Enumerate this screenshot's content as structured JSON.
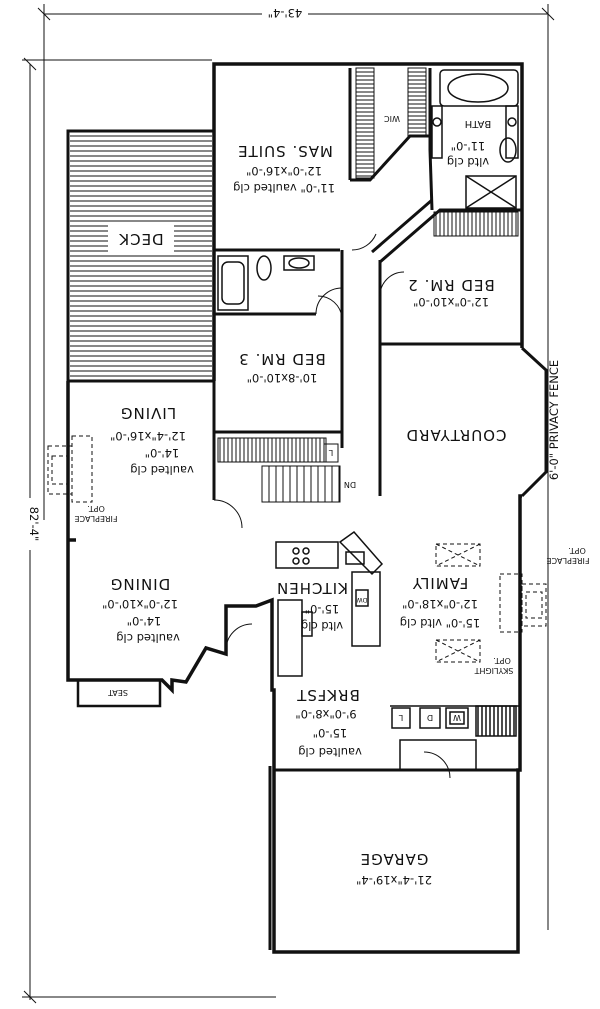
{
  "dimensions": {
    "width_label": "43'-4\"",
    "depth_label": "82'-4\""
  },
  "rooms": {
    "mas_suite": {
      "name": "MAS. SUITE",
      "size": "12'-0\"x16'-0\"",
      "ceiling": "11'-0\" vaulted clg"
    },
    "wic": {
      "name": "WIC"
    },
    "bath": {
      "name": "BATH",
      "ceiling": "11'-0\"",
      "note": "vltd clg"
    },
    "deck": {
      "name": "DECK"
    },
    "bed2": {
      "name": "BED RM. 2",
      "size": "12'-0\"x10'-0\""
    },
    "bed3": {
      "name": "BED RM. 3",
      "size": "10'-8x10'-0\""
    },
    "courtyard": {
      "name": "COURTYARD"
    },
    "privacy_fence": {
      "name": "6'-0\" PRIVACY FENCE"
    },
    "living": {
      "name": "LIVING",
      "size": "12'-4\"x16'-0\"",
      "ceiling": "14'-0\"",
      "note": "vaulted clg"
    },
    "opt_fireplace_left": {
      "line1": "OPT.",
      "line2": "FIREPLACE"
    },
    "opt_fireplace_right": {
      "line1": "OPT.",
      "line2": "FIREPLACE"
    },
    "opt_skylight": {
      "line1": "OPT.",
      "line2": "SKYLIGHT"
    },
    "dn": {
      "label": "DN"
    },
    "l_small": {
      "label": "L"
    },
    "dining": {
      "name": "DINING",
      "size": "12'-0\"x10'-0\"",
      "ceiling": "14'-0\"",
      "note": "vaulted clg"
    },
    "seat": {
      "name": "SEAT"
    },
    "kitchen": {
      "name": "KITCHEN",
      "ceiling": "15'-0\"",
      "note": "vltd clg"
    },
    "family": {
      "name": "FAMILY",
      "size": "12'-0\"x18'-0\"",
      "ceiling": "15'-0\" vltd clg"
    },
    "brkfst": {
      "name": "BRKFST",
      "size": "9'-0\"x8'-0\"",
      "ceiling": "15'-0\"",
      "note": "vaulted clg"
    },
    "laundry": {
      "l": "L",
      "d": "D",
      "w": "W"
    },
    "garage": {
      "name": "GARAGE",
      "size": "21'-4\"x19'-4\""
    }
  }
}
